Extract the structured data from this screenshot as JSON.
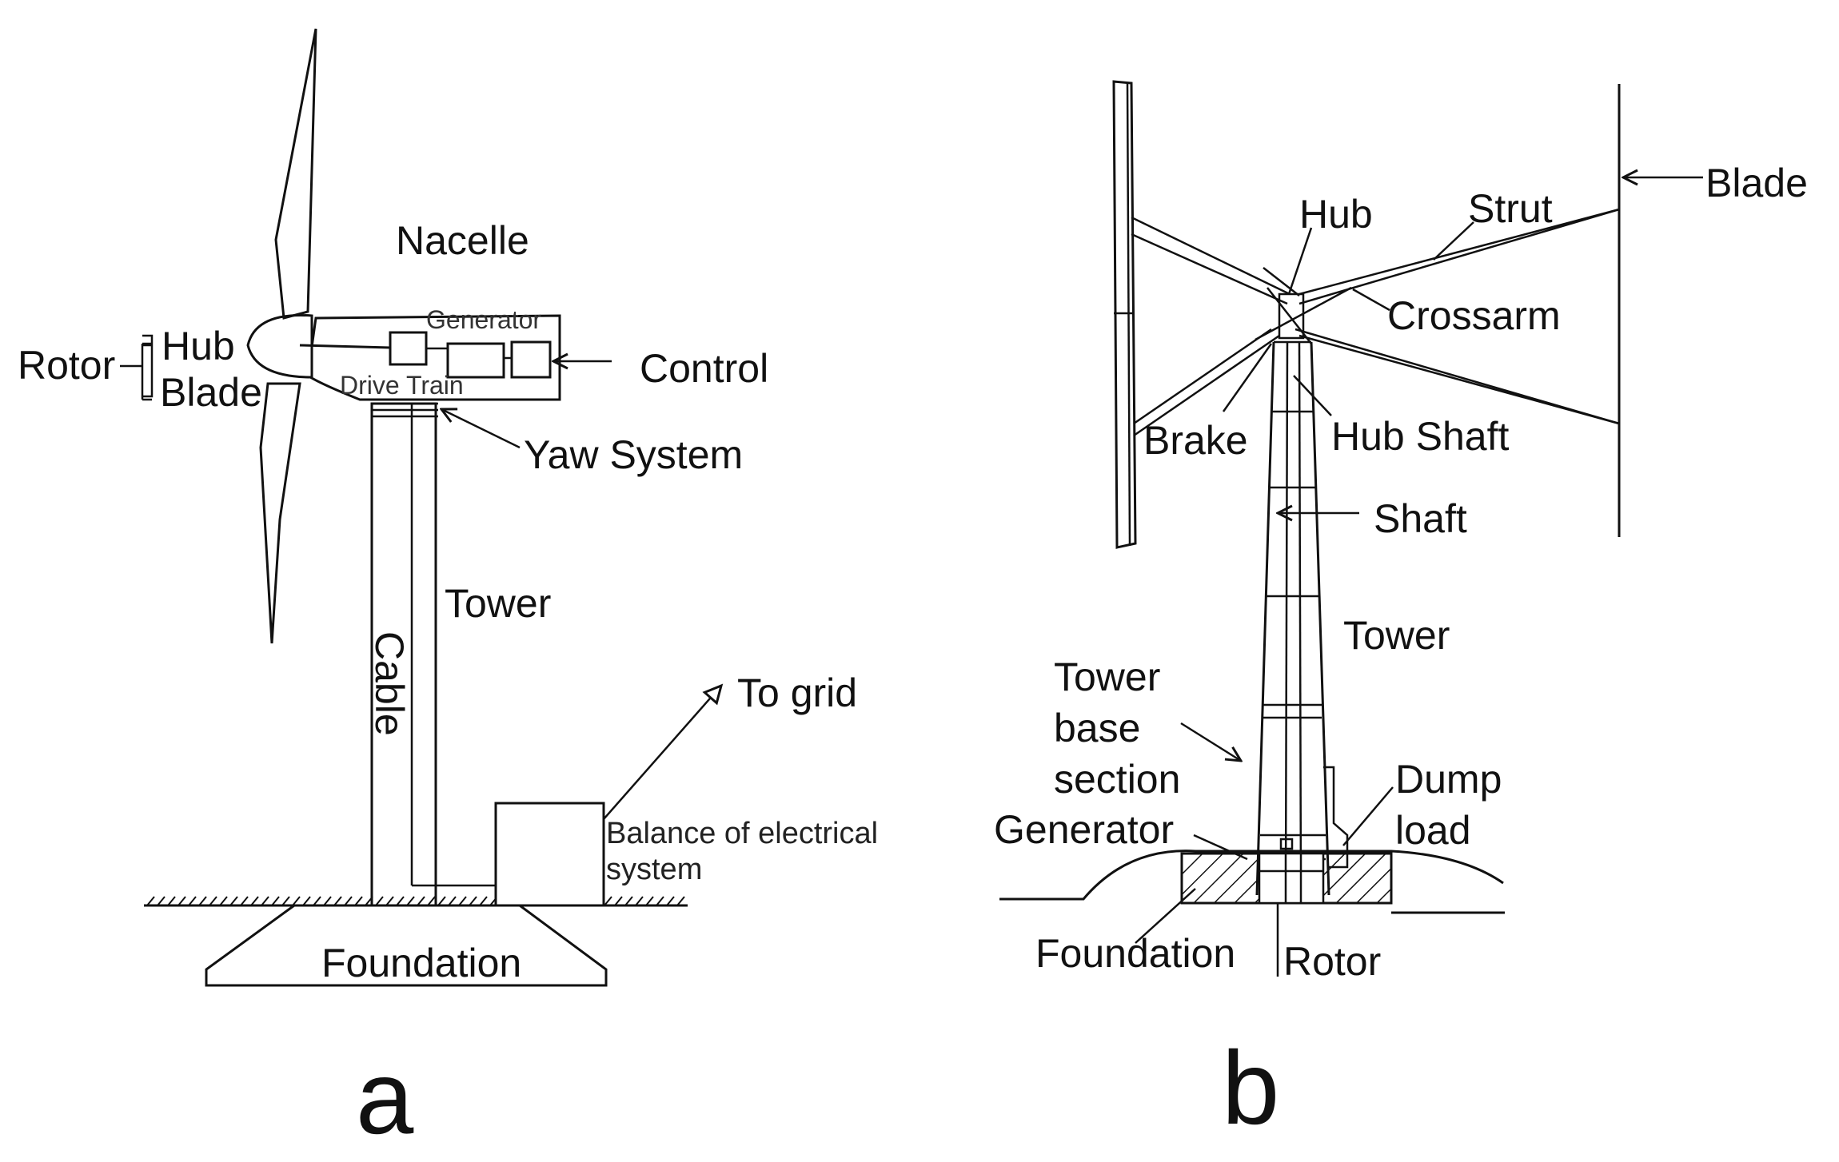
{
  "colors": {
    "line": "#111111",
    "background": "#ffffff"
  },
  "diagram_a": {
    "panel_label": "a",
    "labels": {
      "nacelle": "Nacelle",
      "rotor": "Rotor",
      "hub": "Hub",
      "blade": "Blade",
      "generator": "Generator",
      "drive_train": "Drive Train",
      "control": "Control",
      "yaw_system": "Yaw System",
      "tower": "Tower",
      "cable": "Cable",
      "to_grid": "To grid",
      "balance_line1": "Balance of electrical",
      "balance_line2": "system",
      "foundation": "Foundation"
    }
  },
  "diagram_b": {
    "panel_label": "b",
    "labels": {
      "blade": "Blade",
      "hub": "Hub",
      "strut": "Strut",
      "crossarm": "Crossarm",
      "brake": "Brake",
      "hub_shaft": "Hub Shaft",
      "shaft": "Shaft",
      "tower": "Tower",
      "tower_base_line1": "Tower",
      "tower_base_line2": "base",
      "tower_base_line3": "section",
      "dump_line1": "Dump",
      "dump_line2": "load",
      "generator": "Generator",
      "foundation": "Foundation",
      "rotor": "Rotor"
    }
  }
}
